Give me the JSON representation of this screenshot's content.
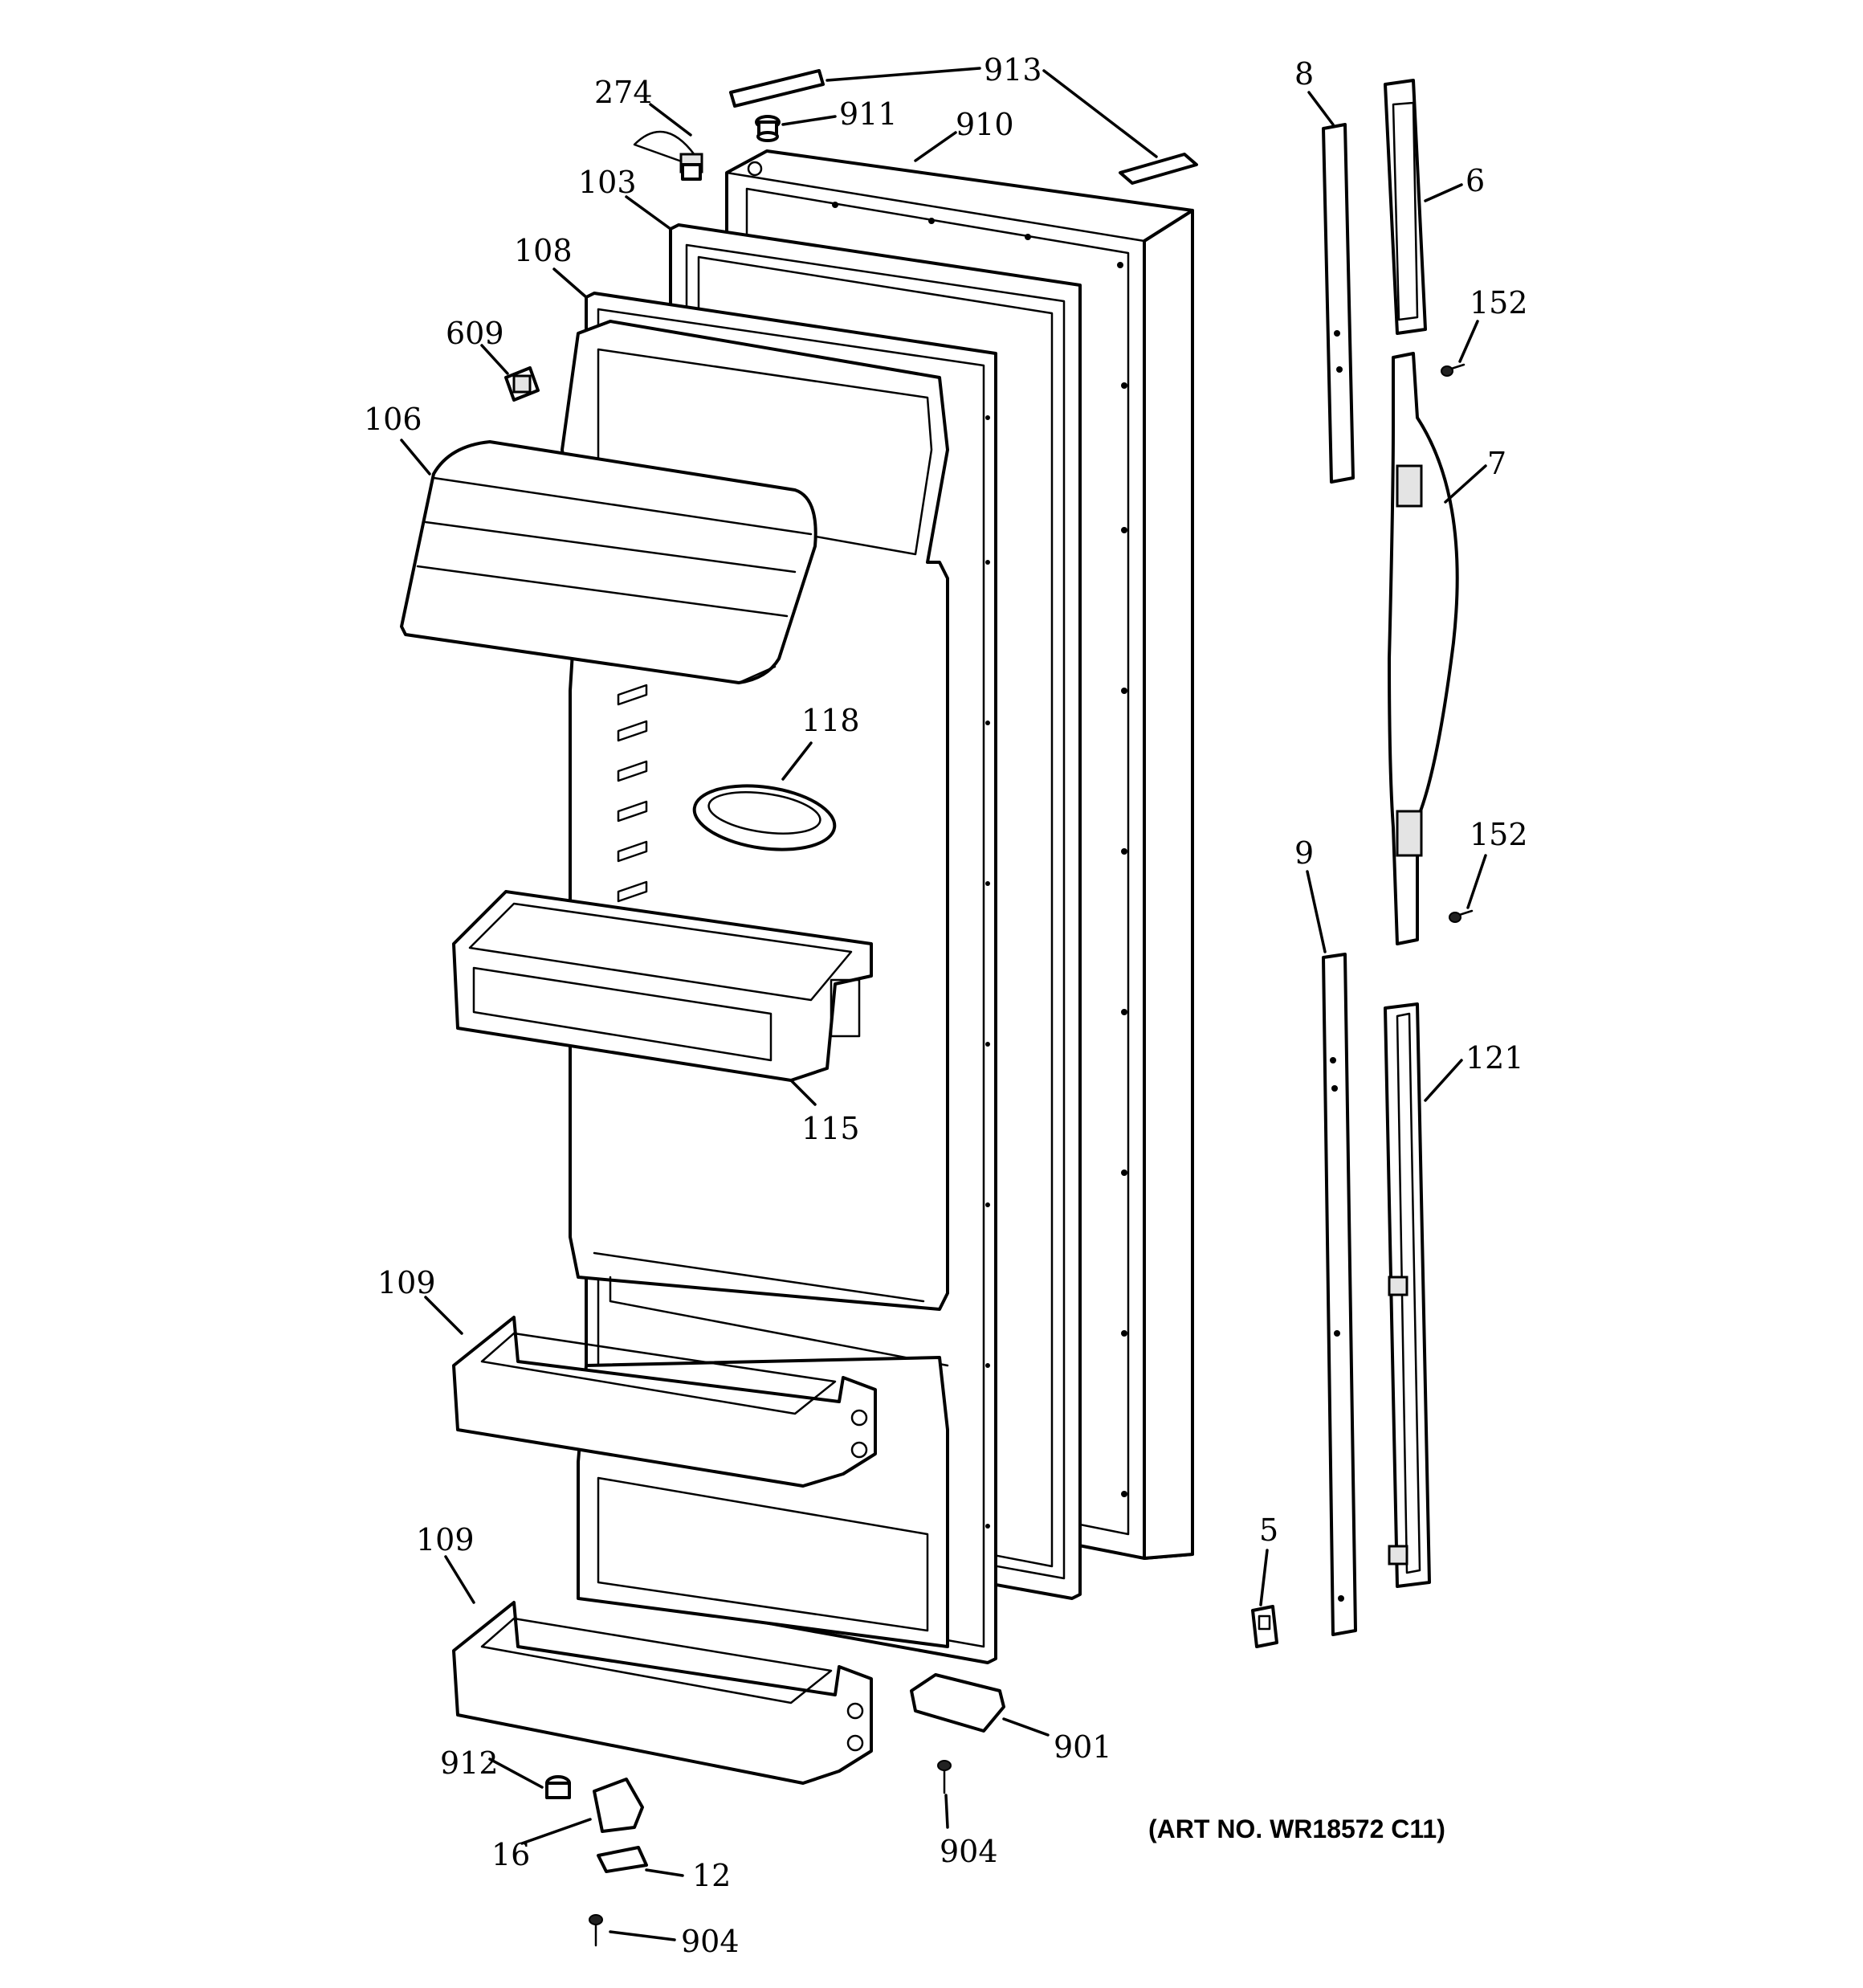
{
  "diagram": {
    "art_number": "(ART NO. WR18572 C11)",
    "callouts": [
      {
        "id": "913"
      },
      {
        "id": "274"
      },
      {
        "id": "911"
      },
      {
        "id": "910"
      },
      {
        "id": "103"
      },
      {
        "id": "108"
      },
      {
        "id": "609"
      },
      {
        "id": "106"
      },
      {
        "id": "118"
      },
      {
        "id": "115"
      },
      {
        "id": "109"
      },
      {
        "id": "109"
      },
      {
        "id": "912"
      },
      {
        "id": "16"
      },
      {
        "id": "12"
      },
      {
        "id": "904"
      },
      {
        "id": "904"
      },
      {
        "id": "901"
      },
      {
        "id": "8"
      },
      {
        "id": "6"
      },
      {
        "id": "152"
      },
      {
        "id": "7"
      },
      {
        "id": "152"
      },
      {
        "id": "9"
      },
      {
        "id": "121"
      },
      {
        "id": "5"
      }
    ]
  }
}
